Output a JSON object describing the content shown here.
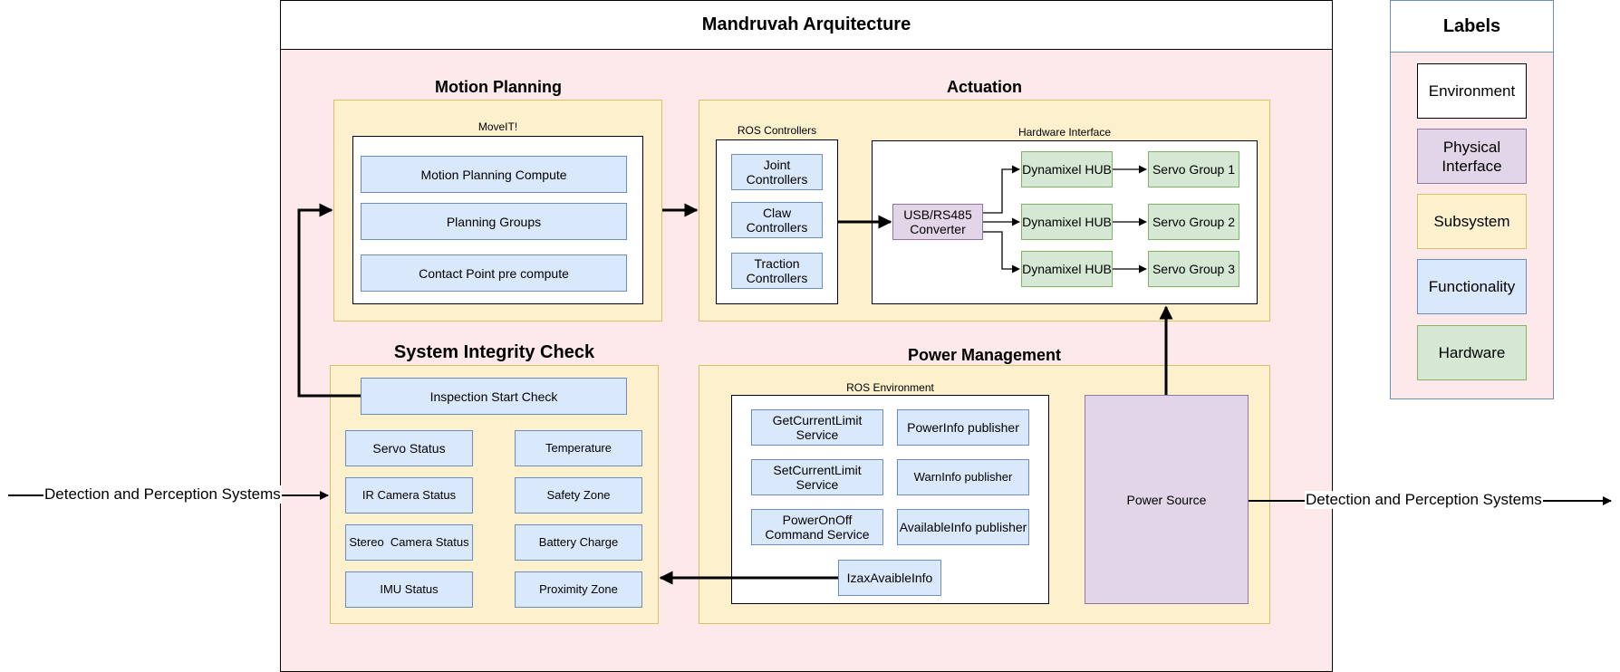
{
  "diagram_title": "Mandruvah Arquitecture",
  "motion_planning": {
    "title": "Motion Planning",
    "env_label": "MoveIT!",
    "items": [
      "Motion Planning Compute",
      "Planning Groups",
      "Contact Point pre compute"
    ]
  },
  "actuation": {
    "title": "Actuation",
    "ros_controllers_label": "ROS Controllers",
    "controllers": [
      "Joint Controllers",
      "Claw Controllers",
      "Traction Controllers"
    ],
    "hardware_interface_label": "Hardware Interface",
    "converter": "USB/RS485 Converter",
    "hubs": [
      "Dynamixel HUB",
      "Dynamixel HUB",
      "Dynamixel HUB"
    ],
    "servo_groups": [
      "Servo Group 1",
      "Servo Group 2",
      "Servo Group 3"
    ]
  },
  "system_integrity": {
    "title": "System Integrity Check",
    "start_check": "Inspection Start Check",
    "left_items": [
      "Servo Status",
      "IR Camera Status",
      "Stereo  Camera Status",
      "IMU Status"
    ],
    "right_items": [
      "Temperature",
      "Safety Zone",
      "Battery Charge",
      "Proximity Zone"
    ]
  },
  "power_management": {
    "title": "Power Management",
    "env_label": "ROS Environment",
    "services": [
      "GetCurrentLimit Service",
      "SetCurrentLimit Service",
      "PowerOnOff Command Service"
    ],
    "publishers": [
      "PowerInfo publisher",
      "WarnInfo publisher",
      "AvailableInfo publisher"
    ],
    "izax": "IzaxAvaibleInfo",
    "power_source": "Power Source"
  },
  "external": {
    "left_input": "Detection and Perception Systems",
    "right_output": "Detection and Perception Systems"
  },
  "legend": {
    "title": "Labels",
    "items": [
      {
        "label": "Environment",
        "color": "#ffffff"
      },
      {
        "label": "Physical Interface",
        "color": "#e1d5e7"
      },
      {
        "label": "Subsystem",
        "color": "#fdf0cc"
      },
      {
        "label": "Functionality",
        "color": "#dae8fc"
      },
      {
        "label": "Hardware",
        "color": "#d5e8d4"
      }
    ]
  },
  "colors": {
    "background_frame": "#fde8ea",
    "subsystem": "#fdf0cc",
    "functionality": "#dae8fc",
    "hardware": "#d5e8d4",
    "physical_interface": "#e1d5e7"
  }
}
